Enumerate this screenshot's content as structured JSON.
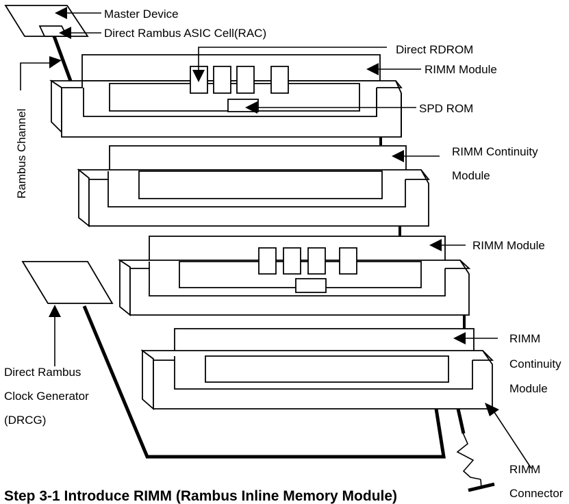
{
  "labels": {
    "master_device": "Master Device",
    "rac": "Direct Rambus ASIC Cell(RAC)",
    "rdrom": "Direct RDROM",
    "rimm_module_1": "RIMM Module",
    "spd_rom": "SPD ROM",
    "rambus_channel": "Rambus Channel",
    "continuity_1_line1": "RIMM Continuity",
    "continuity_1_line2": "Module",
    "rimm_module_2": "RIMM Module",
    "drcg_line1": "Direct  Rambus",
    "drcg_line2": "Clock Generator",
    "drcg_line3": "(DRCG)",
    "continuity_2_line1": "RIMM",
    "continuity_2_line2": "Continuity",
    "continuity_2_line3": "Module",
    "connector_line1": "RIMM",
    "connector_line2": "Connector"
  },
  "caption": "Step 3-1 Introduce RIMM (Rambus Inline Memory Module)"
}
